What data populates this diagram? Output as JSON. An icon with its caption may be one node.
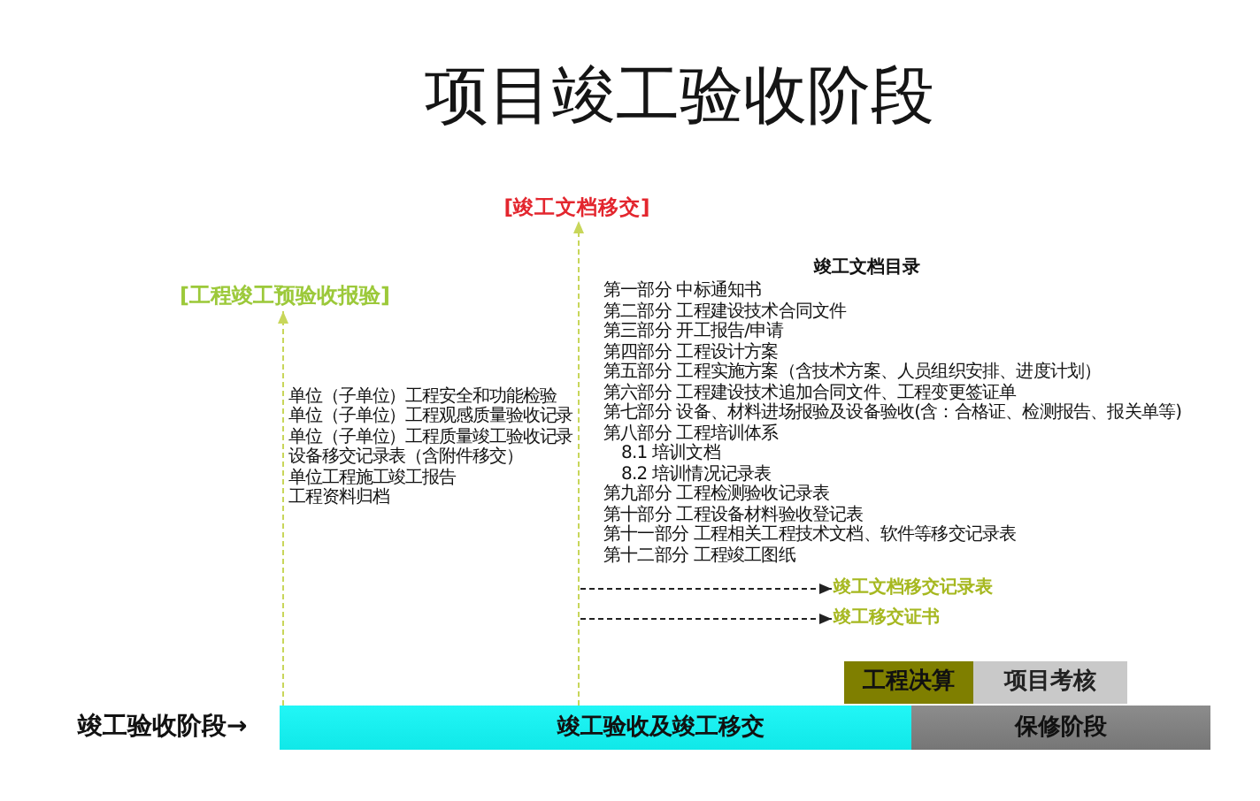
{
  "diagram": {
    "title": "项目竣工验收阶段",
    "nodes": [
      {
        "text": [
          "[竣工文档移交]"
        ]
      },
      {
        "text": [
          "[工程竣工预验收报验]"
        ]
      },
      {
        "text": [
          "竣工文档移交记录表"
        ]
      },
      {
        "text": [
          "竣工移交证书"
        ]
      },
      {
        "text": [
          "工程决算"
        ]
      },
      {
        "text": [
          "项目考核"
        ]
      },
      {
        "text": [
          "竣工验收及竣工移交"
        ]
      },
      {
        "text": [
          "保修阶段"
        ]
      }
    ],
    "edges": [
      {
        "from": 6,
        "to": 1,
        "arrow": "to",
        "style": "dashed",
        "color": "#c8d65a"
      },
      {
        "from": 6,
        "to": 0,
        "arrow": "to",
        "style": "dashed",
        "color": "#c8d65a"
      },
      {
        "from": null,
        "to": 2,
        "arrow": "to",
        "style": "dashed",
        "color": "#222222"
      },
      {
        "from": null,
        "to": 3,
        "arrow": "to",
        "style": "dashed",
        "color": "#222222"
      }
    ],
    "labels": [
      "单位（子单位）工程安全和功能检验",
      "单位（子单位）工程观感质量验收记录",
      "单位（子单位）工程质量竣工验收记录",
      "设备移交记录表（含附件移交）",
      "单位工程施工竣工报告",
      "工程资料归档",
      "竣工文档目录",
      "第一部分 中标通知书",
      "第二部分 工程建设技术合同文件",
      "第三部分 开工报告/申请",
      "第四部分 工程设计方案",
      "第五部分 工程实施方案（含技术方案、人员组织安排、进度计划）",
      "第六部分 工程建设技术追加合同文件、工程变更签证单",
      "第七部分 设备、材料进场报验及设备验收(含：合格证、检测报告、报关单等)",
      "第八部分 工程培训体系",
      "8.1 培训文档",
      "8.2 培训情况记录表",
      "第九部分 工程检测验收记录表",
      "第十部分 工程设备材料验收登记表",
      "第十一部分 工程相关工程技术文档、软件等移交记录表",
      "第十二部分 工程竣工图纸",
      "竣工验收阶段→"
    ]
  }
}
